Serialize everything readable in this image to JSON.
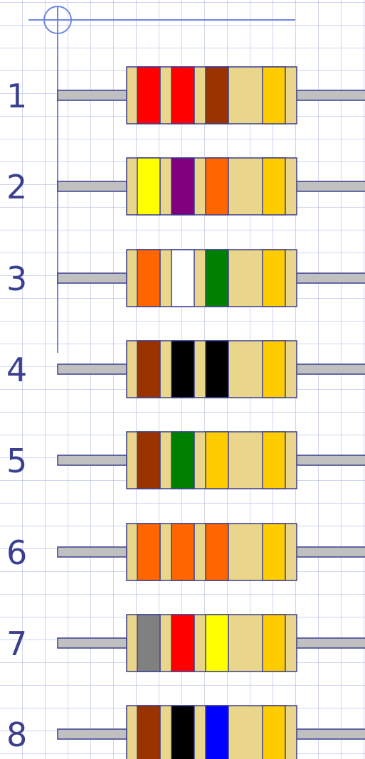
{
  "resistors": [
    {
      "label": "1",
      "bands": [
        "#ff0000",
        "#ff0000",
        "#993300",
        "#ffcc00"
      ]
    },
    {
      "label": "2",
      "bands": [
        "#ffff00",
        "#800080",
        "#ff6600",
        "#ffcc00"
      ]
    },
    {
      "label": "3",
      "bands": [
        "#ff6600",
        "#ffffff",
        "#008000",
        "#ffcc00"
      ]
    },
    {
      "label": "4",
      "bands": [
        "#993300",
        "#000000",
        "#000000",
        "#ffcc00"
      ]
    },
    {
      "label": "5",
      "bands": [
        "#993300",
        "#008000",
        "#ffcc00",
        "#ffcc00"
      ]
    },
    {
      "label": "6",
      "bands": [
        "#ff6600",
        "#ff6600",
        "#ff6600",
        "#ffcc00"
      ]
    },
    {
      "label": "7",
      "bands": [
        "#808080",
        "#ff0000",
        "#ffff00",
        "#ffcc00"
      ]
    },
    {
      "label": "8",
      "bands": [
        "#993300",
        "#000000",
        "#0000ff",
        "#ffcc00"
      ]
    }
  ],
  "colors": {
    "body": "#ead68a",
    "lead": "#c0c0c0",
    "outline": "#3b3f8f",
    "decoration": "#6f86e0"
  }
}
